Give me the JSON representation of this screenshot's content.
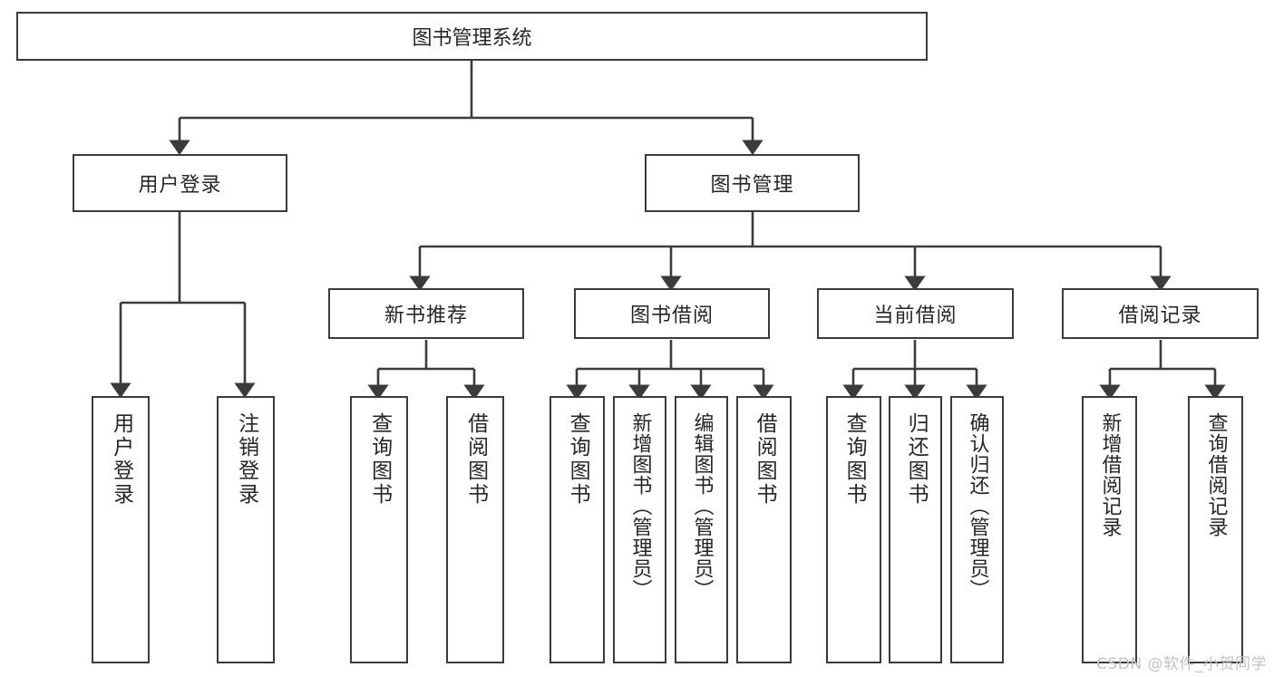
{
  "diagram": {
    "title": "图书管理系统",
    "root": {
      "label": "图书管理系统"
    },
    "level2": [
      {
        "label": "用户登录"
      },
      {
        "label": "图书管理"
      }
    ],
    "level3": [
      {
        "label": "新书推荐"
      },
      {
        "label": "图书借阅"
      },
      {
        "label": "当前借阅"
      },
      {
        "label": "借阅记录"
      }
    ],
    "leaves": {
      "user_login": [
        {
          "label": "用户登录"
        },
        {
          "label": "注销登录"
        }
      ],
      "new_book_recommend": [
        {
          "label": "查询图书"
        },
        {
          "label": "借阅图书"
        }
      ],
      "book_borrow": [
        {
          "label": "查询图书"
        },
        {
          "label": "新增图书（管理员）"
        },
        {
          "label": "编辑图书（管理员）"
        },
        {
          "label": "借阅图书"
        }
      ],
      "current_borrow": [
        {
          "label": "查询图书"
        },
        {
          "label": "归还图书"
        },
        {
          "label": "确认归还（管理员）"
        }
      ],
      "borrow_record": [
        {
          "label": "新增借阅记录"
        },
        {
          "label": "查询借阅记录"
        }
      ]
    }
  },
  "watermark": {
    "text": "CSDN @软件_小贺同学"
  },
  "colors": {
    "background": "#ffffff",
    "box_border": "#3b3b3b",
    "text": "#262626",
    "watermark": "#c3c3c3"
  }
}
